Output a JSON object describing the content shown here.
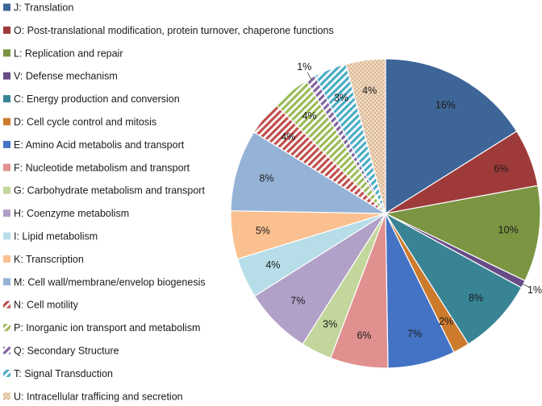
{
  "chart_data": {
    "type": "pie",
    "title": "",
    "legend_placement": "left",
    "start_angle_deg": 0,
    "direction": "clockwise",
    "slices": [
      {
        "label": "J:  Translation",
        "value": 16,
        "value_label": "16%",
        "color": "#3d6597",
        "pattern": "none"
      },
      {
        "label": "O: Post-translational modification, protein turnover, chaperone functions",
        "value": 6,
        "value_label": "6%",
        "color": "#9e3b3a",
        "pattern": "none"
      },
      {
        "label": "L: Replication and repair",
        "value": 10,
        "value_label": "10%",
        "color": "#7b9542",
        "pattern": "none"
      },
      {
        "label": "V: Defense mechanism",
        "value": 0.8,
        "value_label": "1%",
        "color": "#664b87",
        "pattern": "none"
      },
      {
        "label": "C: Energy production and conversion",
        "value": 8,
        "value_label": "8%",
        "color": "#388495",
        "pattern": "none"
      },
      {
        "label": "D: Cell cycle control and mitosis",
        "value": 1.7,
        "value_label": "2%",
        "color": "#cc7a2c",
        "pattern": "none"
      },
      {
        "label": "E: Amino Acid metabolis and transport",
        "value": 7,
        "value_label": "7%",
        "color": "#4472c4",
        "pattern": "none"
      },
      {
        "label": "F: Nucleotide metabolism and transport",
        "value": 6,
        "value_label": "6%",
        "color": "#e0908f",
        "pattern": "none"
      },
      {
        "label": "G: Carbohydrate metabolism and transport",
        "value": 3.2,
        "value_label": "3%",
        "color": "#c3d69b",
        "pattern": "none"
      },
      {
        "label": "H: Coenzyme metabolism",
        "value": 7,
        "value_label": "7%",
        "color": "#b1a0c7",
        "pattern": "none"
      },
      {
        "label": "I: Lipid metabolism",
        "value": 4.2,
        "value_label": "4%",
        "color": "#b7dde8",
        "pattern": "none"
      },
      {
        "label": "K: Transcription",
        "value": 5,
        "value_label": "5%",
        "color": "#fac090",
        "pattern": "none"
      },
      {
        "label": "M: Cell wall/membrane/envelop biogenesis",
        "value": 8.5,
        "value_label": "8%",
        "color": "#95b3d7",
        "pattern": "none"
      },
      {
        "label": "N: Cell motility",
        "value": 3.6,
        "value_label": "4%",
        "color": "#c0504d",
        "pattern": "diagonal"
      },
      {
        "label": "P: Inorganic ion transport and metabolism",
        "value": 4,
        "value_label": "4%",
        "color": "#9bbb59",
        "pattern": "diagonal"
      },
      {
        "label": "Q: Secondary Structure",
        "value": 1,
        "value_label": "1%",
        "color": "#8064a2",
        "pattern": "diagonal"
      },
      {
        "label": "T: Signal Transduction",
        "value": 3.4,
        "value_label": "3%",
        "color": "#4bacc6",
        "pattern": "diagonal"
      },
      {
        "label": "U: Intracellular trafficing and secretion",
        "value": 4.1,
        "value_label": "4%",
        "color": "#d9b38c",
        "pattern": "grid"
      }
    ]
  }
}
